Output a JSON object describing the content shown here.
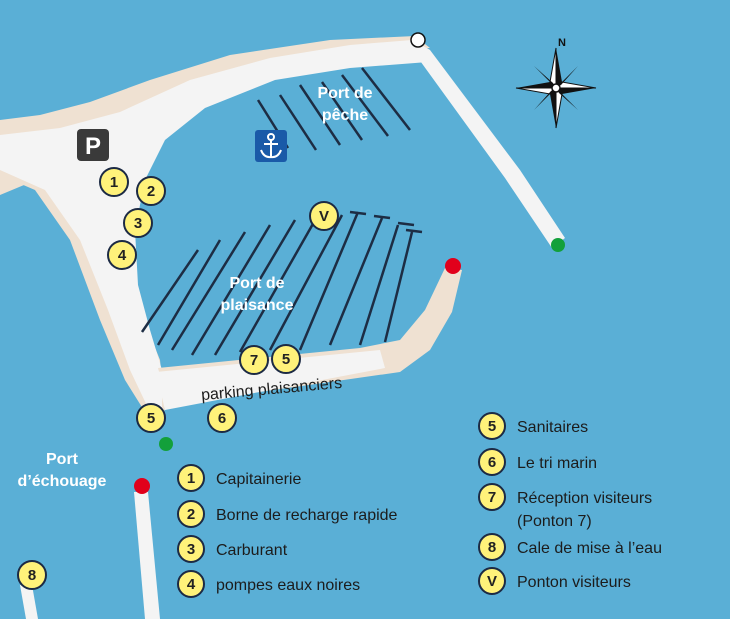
{
  "map": {
    "water_labels": {
      "fishing_port_line1": "Port de",
      "fishing_port_line2": "pêche",
      "marina_line1": "Port de",
      "marina_line2": "plaisance",
      "stranding_port_line1": "Port",
      "stranding_port_line2": "d’échouage"
    },
    "parking_symbol": "P",
    "parking_label": "parking plaisanciers",
    "compass_label": "N",
    "colors": {
      "water": "#5aafd6",
      "land": "#efe1d2",
      "quay": "#f4f4f4",
      "marker": "#fff27a",
      "red_light": "#e1001b",
      "green_light": "#13a03b",
      "anchor_bg": "#1a5aa8"
    },
    "icons": [
      "parking-icon",
      "anchor-icon",
      "compass-rose-icon"
    ],
    "markers": {
      "m1": "1",
      "m2": "2",
      "m3": "3",
      "m4": "4",
      "m5a": "5",
      "m5b": "5",
      "m6": "6",
      "m7": "7",
      "mV": "V",
      "m8": "8"
    }
  },
  "legend": {
    "left": [
      {
        "key": "1",
        "label": "Capitainerie"
      },
      {
        "key": "2",
        "label": "Borne de recharge rapide"
      },
      {
        "key": "3",
        "label": "Carburant"
      },
      {
        "key": "4",
        "label": "pompes eaux noires"
      }
    ],
    "right": [
      {
        "key": "5",
        "label": "Sanitaires"
      },
      {
        "key": "6",
        "label": "Le tri marin"
      },
      {
        "key": "7",
        "label": "Réception visiteurs",
        "label2": "(Ponton 7)"
      },
      {
        "key": "8",
        "label": "Cale de mise à l’eau"
      },
      {
        "key": "V",
        "label": "Ponton visiteurs"
      }
    ]
  }
}
